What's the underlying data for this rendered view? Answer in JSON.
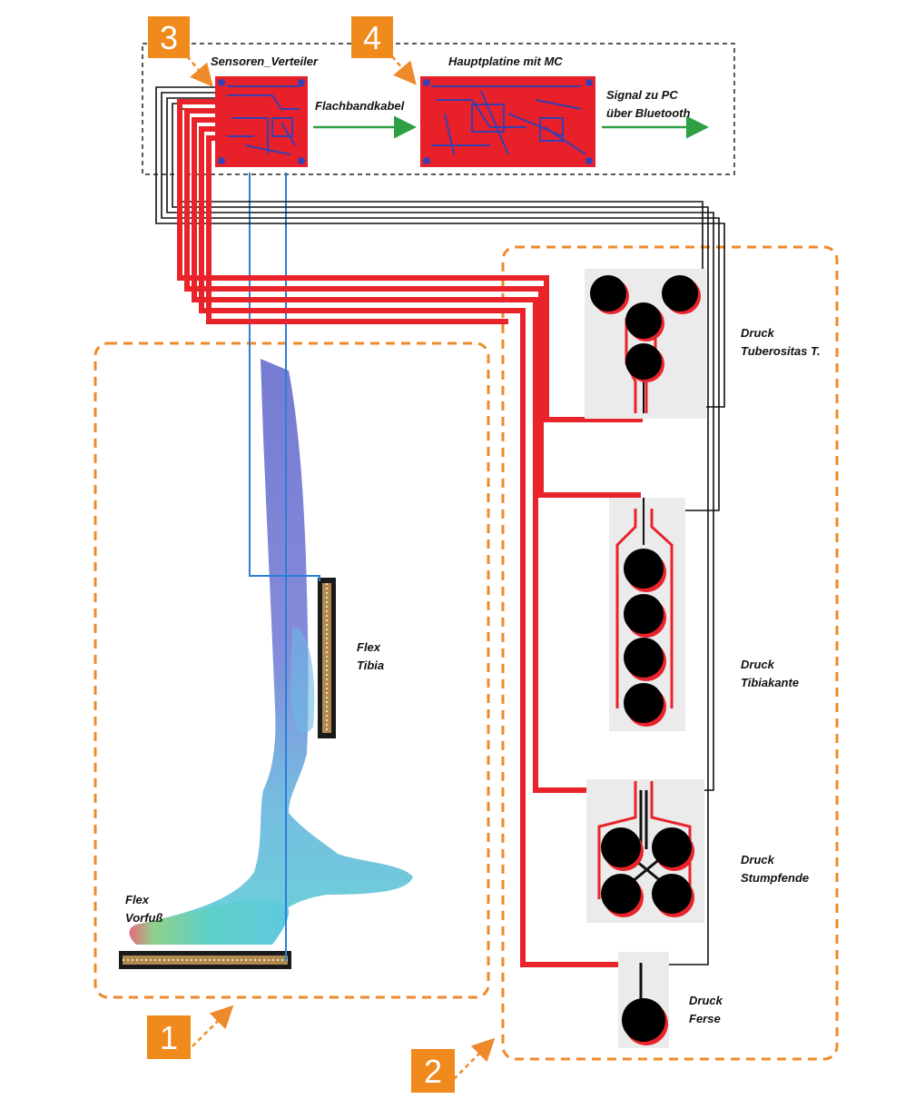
{
  "colors": {
    "badge": "#f08a1c",
    "dash_box": "#ef8a2a",
    "cable_red": "#e8232a",
    "cable_blue": "#2b7fd6",
    "cable_black": "#111111",
    "arrow_green": "#2ea043",
    "pcb_red": "#e8202a",
    "pcb_trace": "#3a3fb0",
    "pad_fill": "#ebebeb"
  },
  "badges": {
    "b1": "1",
    "b2": "2",
    "b3": "3",
    "b4": "4"
  },
  "top": {
    "sensor_dist": "Sensoren_Verteiler",
    "mainboard": "Hauptplatine mit MC",
    "ribbon": "Flachbandkabel",
    "signal_line1": "Signal zu PC",
    "signal_line2": "über Bluetooth"
  },
  "flex": {
    "tibia_l1": "Flex",
    "tibia_l2": "Tibia",
    "vorfuss_l1": "Flex",
    "vorfuss_l2": "Vorfuß"
  },
  "pressure": {
    "tub_l1": "Druck",
    "tub_l2": "Tuberositas T.",
    "tib_l1": "Druck",
    "tib_l2": "Tibiakante",
    "stu_l1": "Druck",
    "stu_l2": "Stumpfende",
    "fer_l1": "Druck",
    "fer_l2": "Ferse"
  }
}
